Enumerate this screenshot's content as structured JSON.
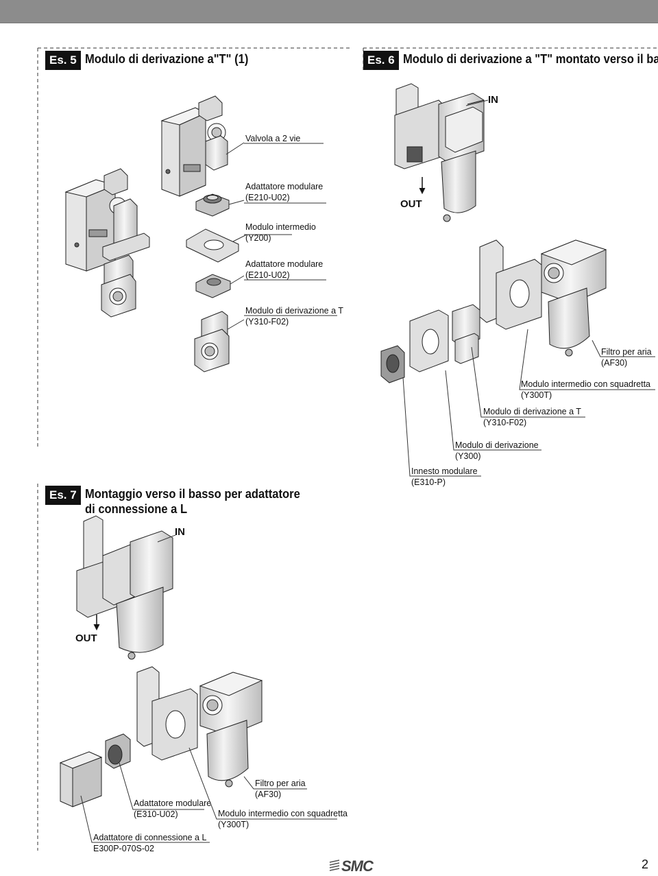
{
  "es5": {
    "badge": "Es. 5",
    "title": "Modulo di derivazione a\"T\" (1)",
    "labels": [
      {
        "line1": "Valvola a 2 vie",
        "line2": ""
      },
      {
        "line1": "Adattatore modulare",
        "line2": "(E210-U02)"
      },
      {
        "line1": "Modulo intermedio",
        "line2": "(Y200)"
      },
      {
        "line1": "Adattatore modulare",
        "line2": "(E210-U02)"
      },
      {
        "line1": "Modulo di derivazione a T",
        "line2": "(Y310-F02)"
      }
    ]
  },
  "es6": {
    "badge": "Es. 6",
    "title": "Modulo di derivazione a \"T\" montato verso il basso",
    "in_label": "IN",
    "out_label": "OUT",
    "labels": [
      {
        "line1": "Filtro per aria",
        "line2": "(AF30)"
      },
      {
        "line1": "Modulo intermedio con squadretta",
        "line2": "(Y300T)"
      },
      {
        "line1": "Modulo di derivazione a T",
        "line2": "(Y310-F02)"
      },
      {
        "line1": "Modulo di derivazione",
        "line2": "(Y300)"
      },
      {
        "line1": "Innesto modulare",
        "line2": "(E310-P)"
      }
    ]
  },
  "es7": {
    "badge": "Es. 7",
    "title_line1": "Montaggio verso il basso per adattatore",
    "title_line2": "di connessione a L",
    "in_label": "IN",
    "out_label": "OUT",
    "labels": [
      {
        "line1": "Filtro per aria",
        "line2": "(AF30)"
      },
      {
        "line1": "Adattatore modulare",
        "line2": "(E310-U02)"
      },
      {
        "line1": "Modulo intermedio con squadretta",
        "line2": "(Y300T)"
      },
      {
        "line1": "Adattatore di connessione a L",
        "line2": "E300P-070S-02"
      }
    ]
  },
  "footer": {
    "logo": "SMC",
    "page_number": "2"
  }
}
